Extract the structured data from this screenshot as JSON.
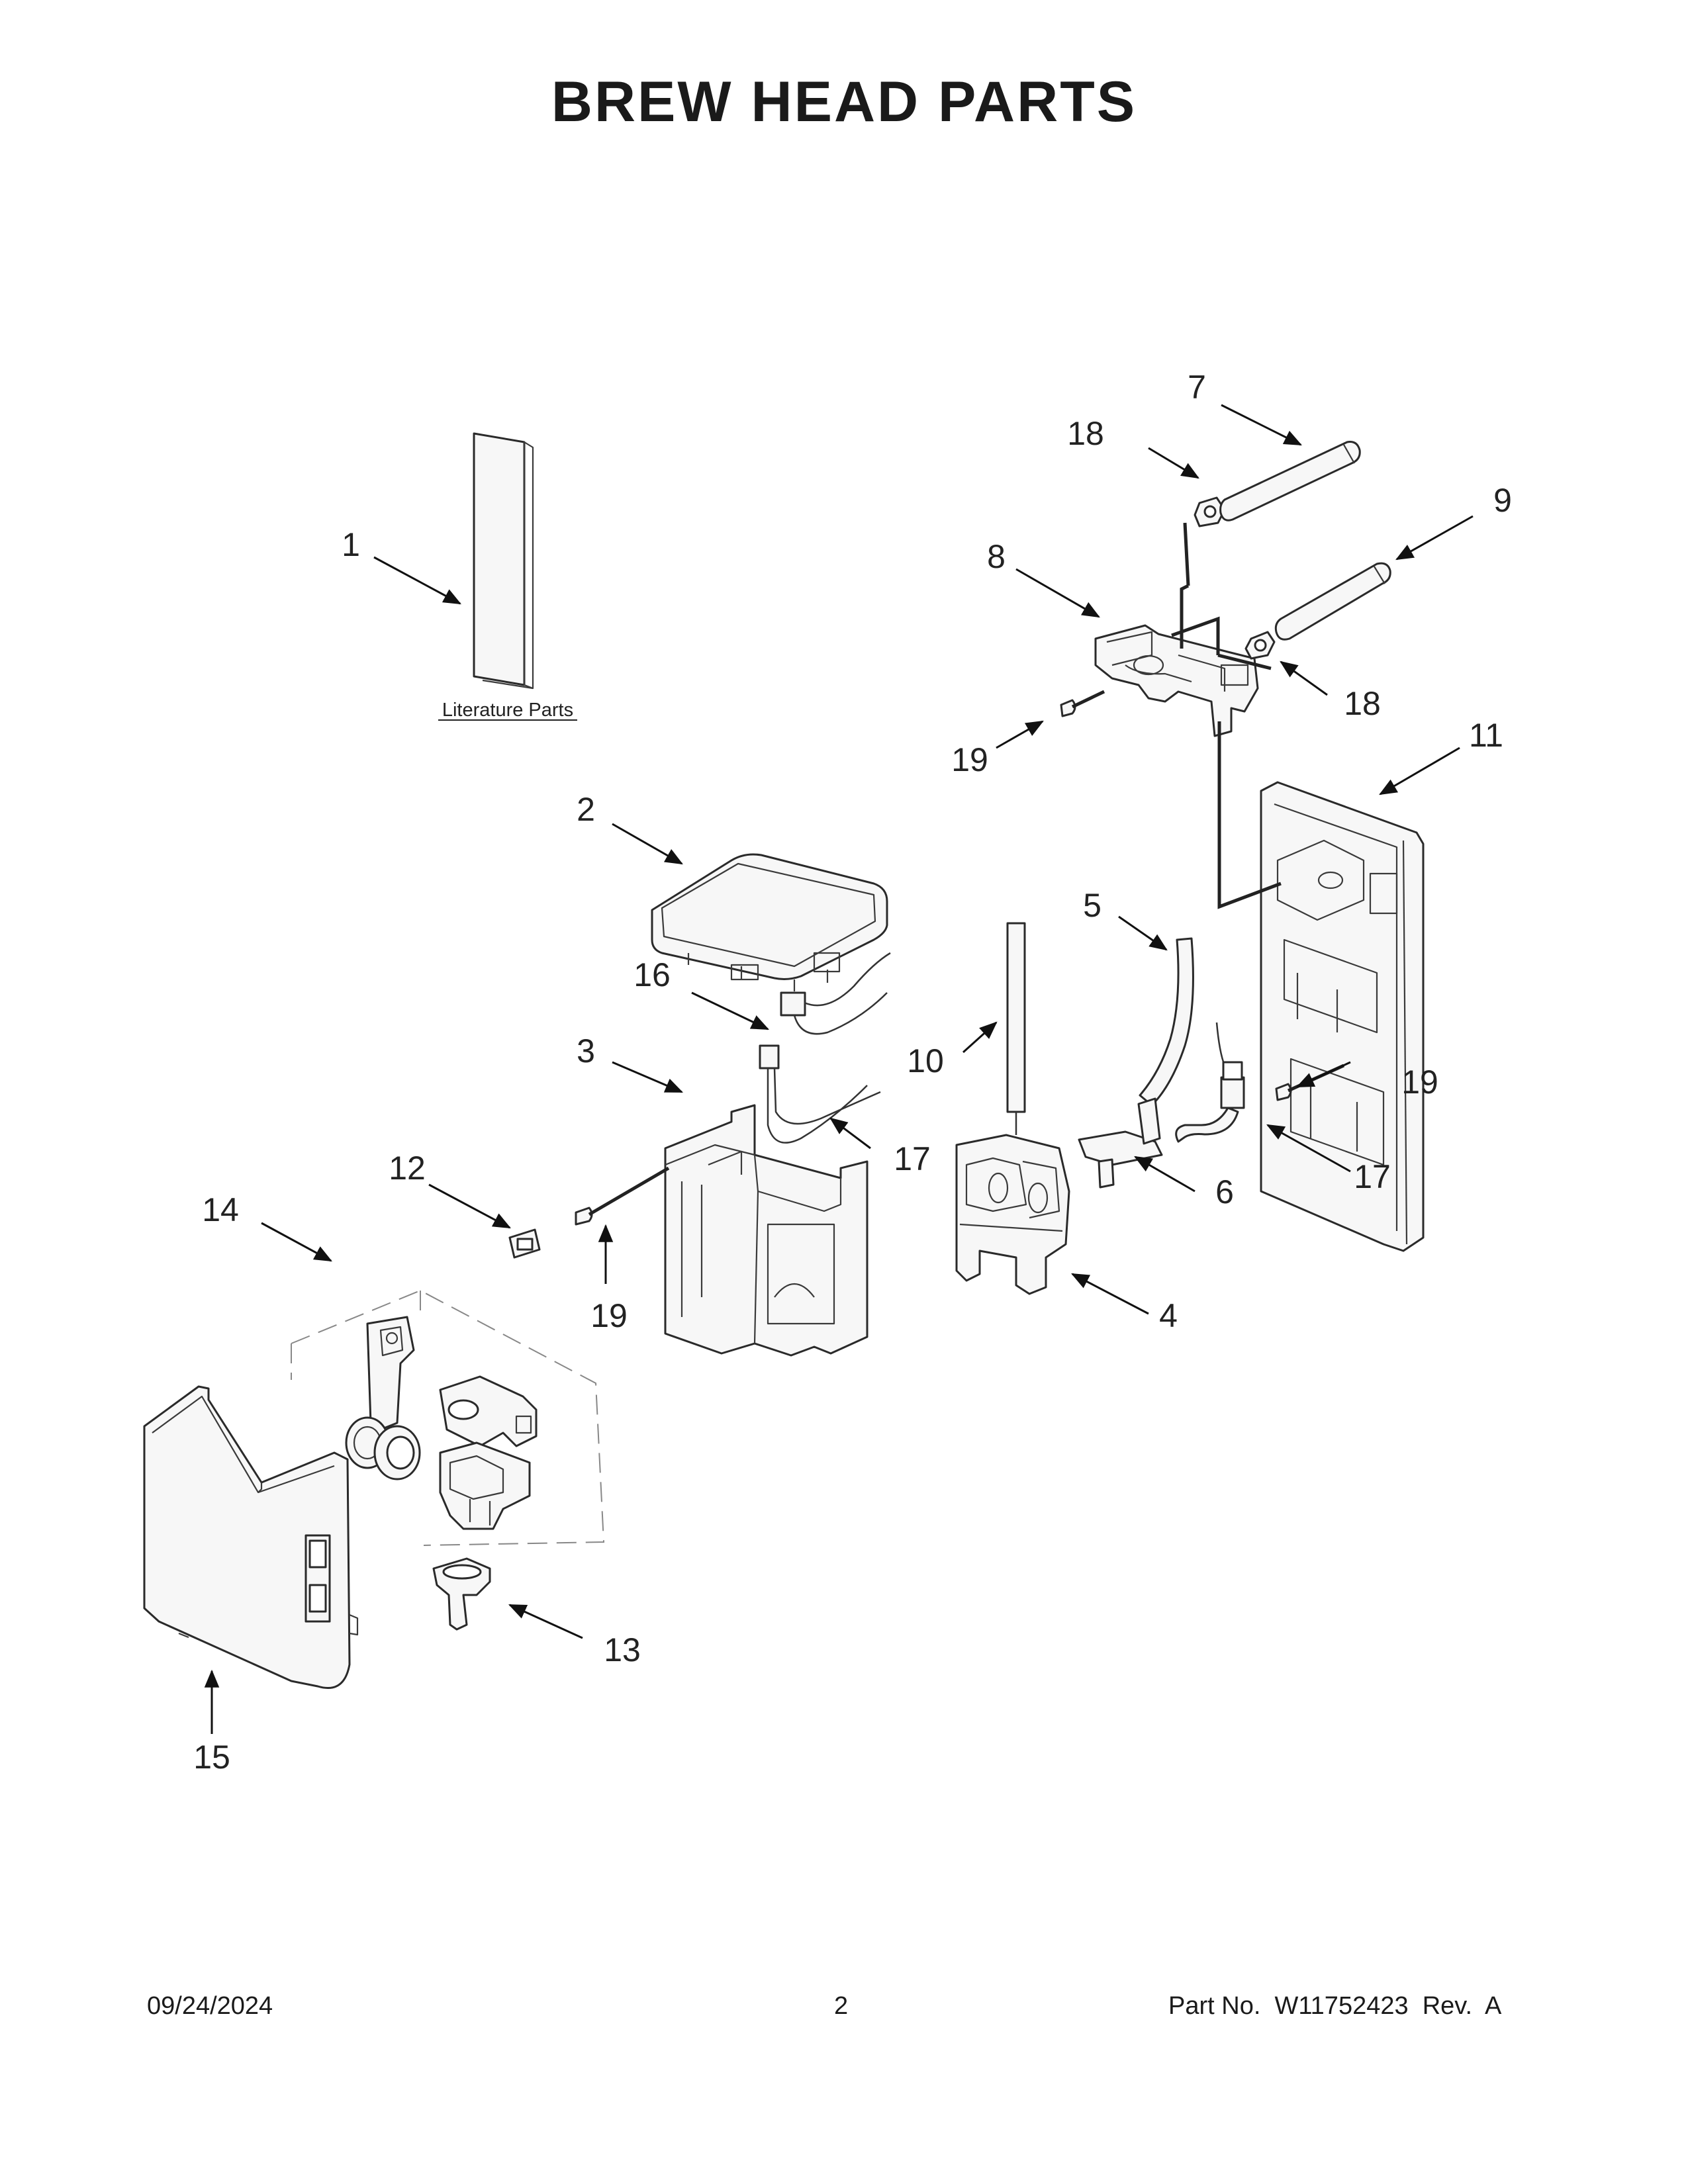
{
  "page": {
    "title": "BREW HEAD PARTS",
    "literature_label": "Literature Parts",
    "footer": {
      "date": "09/24/2024",
      "page_number": "2",
      "part_number": "Part No.  W11752423  Rev.  A"
    }
  },
  "callouts": [
    {
      "id": "c1",
      "label": "1"
    },
    {
      "id": "c2",
      "label": "2"
    },
    {
      "id": "c3",
      "label": "3"
    },
    {
      "id": "c4",
      "label": "4"
    },
    {
      "id": "c5",
      "label": "5"
    },
    {
      "id": "c6",
      "label": "6"
    },
    {
      "id": "c7",
      "label": "7"
    },
    {
      "id": "c8",
      "label": "8"
    },
    {
      "id": "c9",
      "label": "9"
    },
    {
      "id": "c10",
      "label": "10"
    },
    {
      "id": "c11",
      "label": "11"
    },
    {
      "id": "c12",
      "label": "12"
    },
    {
      "id": "c13",
      "label": "13"
    },
    {
      "id": "c14",
      "label": "14"
    },
    {
      "id": "c15",
      "label": "15"
    },
    {
      "id": "c16",
      "label": "16"
    },
    {
      "id": "c17a",
      "label": "17"
    },
    {
      "id": "c17b",
      "label": "17"
    },
    {
      "id": "c18a",
      "label": "18"
    },
    {
      "id": "c18b",
      "label": "18"
    },
    {
      "id": "c19a",
      "label": "19"
    },
    {
      "id": "c19b",
      "label": "19"
    },
    {
      "id": "c19c",
      "label": "19"
    }
  ]
}
